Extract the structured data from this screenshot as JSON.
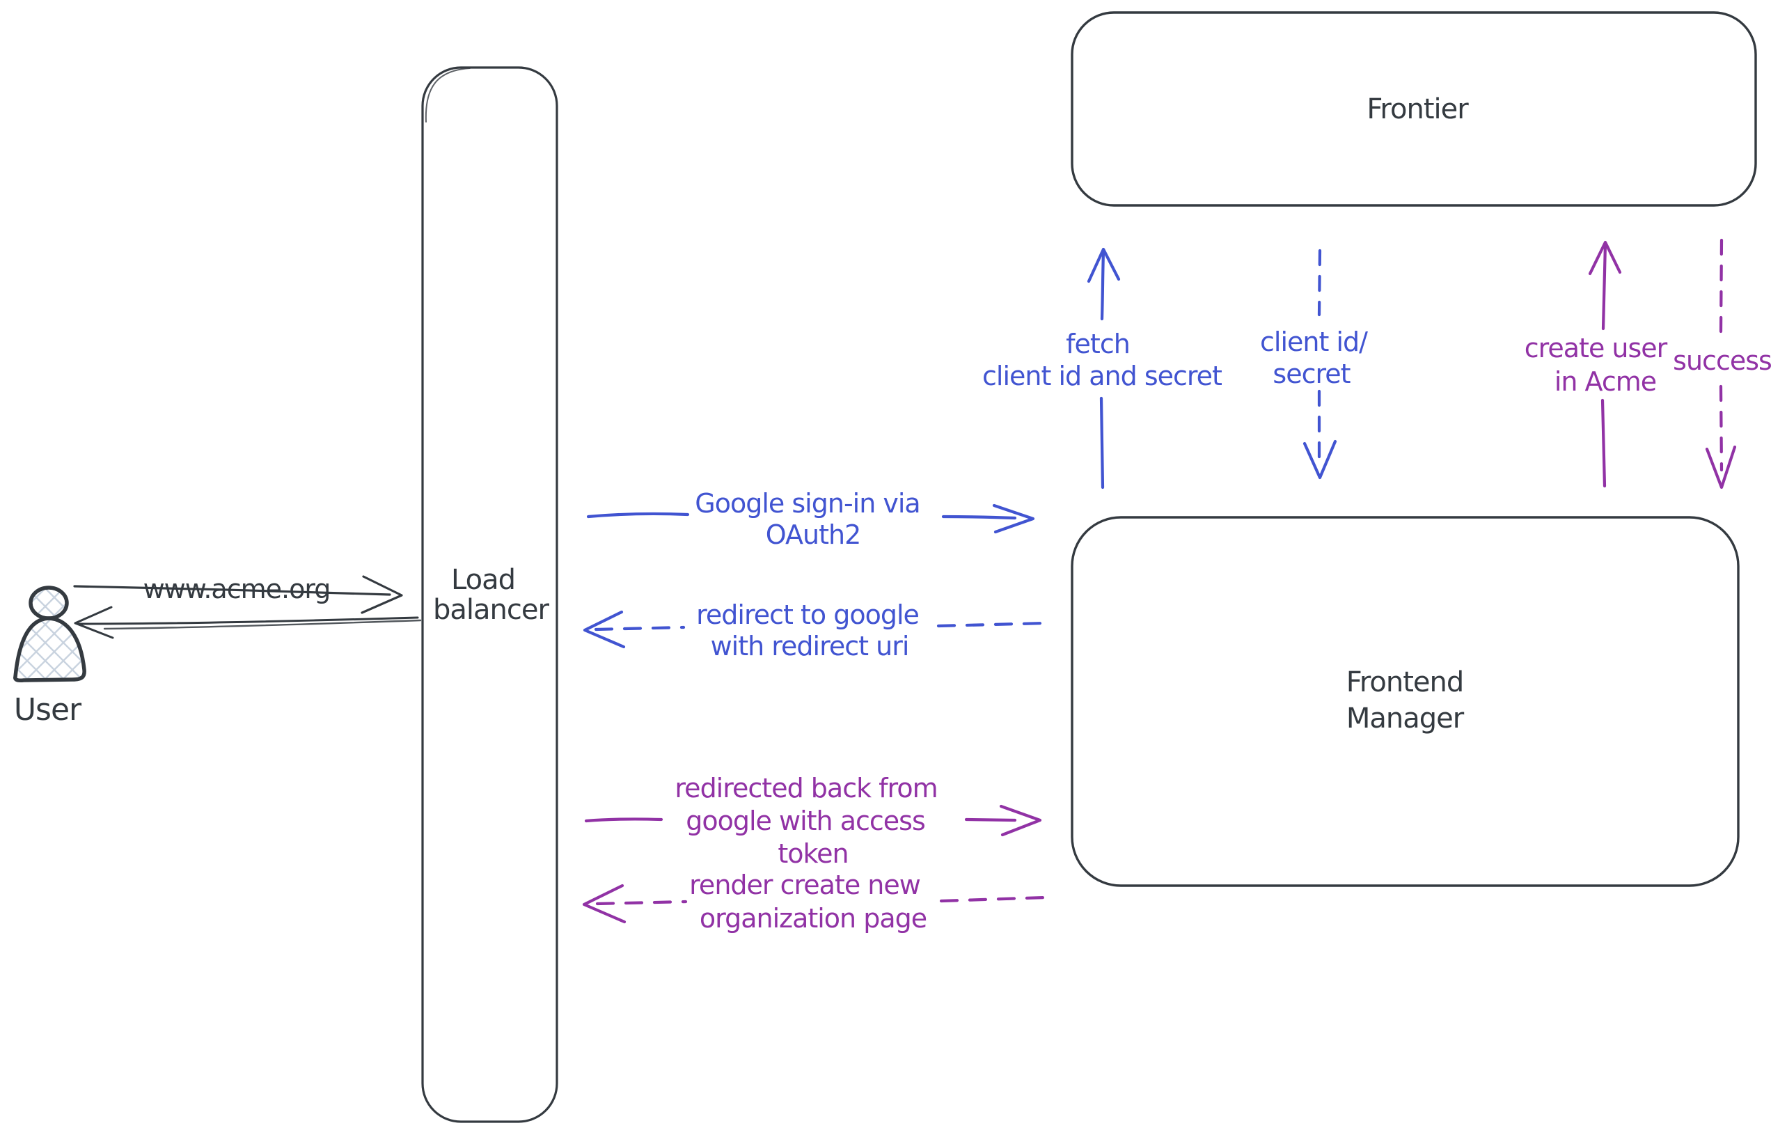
{
  "diagram": {
    "title": "Google OAuth sign-in flow",
    "background": "#ffffff",
    "colors": {
      "ink": "#343a40",
      "blue": "#4154d1",
      "purple": "#9132a5",
      "hatch": "#c9d3df"
    }
  },
  "nodes": {
    "user": {
      "label": "User"
    },
    "load_balancer": {
      "lines": [
        "Load",
        "balancer"
      ]
    },
    "frontier": {
      "label": "Frontier"
    },
    "frontend_manager": {
      "lines": [
        "Frontend",
        "Manager"
      ]
    }
  },
  "edges": {
    "acme_request": {
      "label": "www.acme.org",
      "from": "User",
      "to": "Load balancer",
      "style": "solid",
      "color": "ink",
      "direction": "right"
    },
    "acme_response": {
      "label": "",
      "from": "Load balancer",
      "to": "User",
      "style": "solid",
      "color": "ink",
      "direction": "left"
    },
    "google_signin": {
      "lines": [
        "Google sign-in via",
        "OAuth2"
      ],
      "from": "Load balancer",
      "to": "Frontend Manager",
      "style": "solid",
      "color": "blue",
      "direction": "right"
    },
    "redirect_google": {
      "lines": [
        "redirect to google",
        "with redirect uri"
      ],
      "from": "Frontend Manager",
      "to": "Load balancer",
      "style": "dashed",
      "color": "blue",
      "direction": "left"
    },
    "fetch_secret": {
      "lines": [
        "fetch",
        "client id and secret"
      ],
      "from": "Frontend Manager",
      "to": "Frontier",
      "style": "solid",
      "color": "blue",
      "direction": "up"
    },
    "client_id_secret": {
      "lines": [
        "client id/",
        "secret"
      ],
      "from": "Frontier",
      "to": "Frontend Manager",
      "style": "dashed",
      "color": "blue",
      "direction": "down"
    },
    "create_user": {
      "lines": [
        "create user",
        "in Acme"
      ],
      "from": "Frontend Manager",
      "to": "Frontier",
      "style": "solid",
      "color": "purple",
      "direction": "up"
    },
    "success": {
      "label": "success",
      "from": "Frontier",
      "to": "Frontend Manager",
      "style": "dashed",
      "color": "purple",
      "direction": "down"
    },
    "redirected_back": {
      "lines": [
        "redirected back from",
        "google with access",
        "token"
      ],
      "from": "Load balancer",
      "to": "Frontend Manager",
      "style": "solid",
      "color": "purple",
      "direction": "right"
    },
    "render_org": {
      "lines": [
        "render create new",
        "organization page"
      ],
      "from": "Frontend Manager",
      "to": "Load balancer",
      "style": "dashed",
      "color": "purple",
      "direction": "left"
    }
  }
}
